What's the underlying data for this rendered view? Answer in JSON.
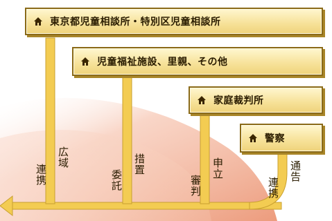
{
  "colors": {
    "arrow": "#f3cc52",
    "arrow_edge": "#c8a030",
    "box_border": "#8a6a18",
    "swoosh": "#e99a7a"
  },
  "boxes": [
    {
      "icon": "house-icon",
      "label": "東京都児童相談所・特別区児童相談所"
    },
    {
      "icon": "house-icon",
      "label": "児童福祉施設、里親、その他"
    },
    {
      "icon": "house-icon",
      "label": "家庭裁判所"
    },
    {
      "icon": "house-icon",
      "label": "警察"
    }
  ],
  "arrow_labels": {
    "kouiki": "広域",
    "renkei": "連携",
    "sochi": "措置",
    "itaku": "委託",
    "moushitate": "申立",
    "shinpan": "審判",
    "tsukoku": "通告",
    "renkei2": "連携"
  }
}
